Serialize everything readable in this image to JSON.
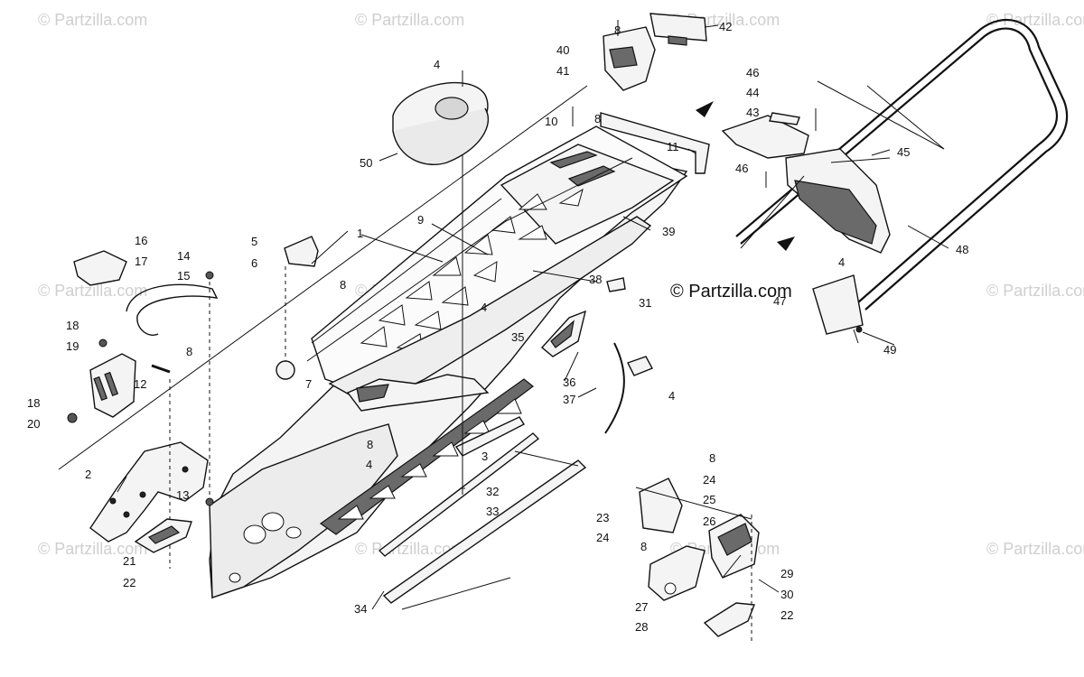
{
  "watermarks": {
    "text": "© Partzilla.com",
    "main": "© Partzilla.com"
  },
  "callouts": [
    {
      "id": "c1",
      "text": "1"
    },
    {
      "id": "c2",
      "text": "2"
    },
    {
      "id": "c3",
      "text": "3"
    },
    {
      "id": "c4a",
      "text": "4"
    },
    {
      "id": "c4b",
      "text": "4"
    },
    {
      "id": "c4c",
      "text": "4"
    },
    {
      "id": "c4d",
      "text": "4"
    },
    {
      "id": "c4e",
      "text": "4"
    },
    {
      "id": "c5",
      "text": "5"
    },
    {
      "id": "c6",
      "text": "6"
    },
    {
      "id": "c7",
      "text": "7"
    },
    {
      "id": "c8a",
      "text": "8"
    },
    {
      "id": "c8b",
      "text": "8"
    },
    {
      "id": "c8c",
      "text": "8"
    },
    {
      "id": "c8d",
      "text": "8"
    },
    {
      "id": "c8e",
      "text": "8"
    },
    {
      "id": "c8f",
      "text": "8"
    },
    {
      "id": "c8g",
      "text": "8"
    },
    {
      "id": "c9",
      "text": "9"
    },
    {
      "id": "c10",
      "text": "10"
    },
    {
      "id": "c11",
      "text": "11"
    },
    {
      "id": "c12",
      "text": "12"
    },
    {
      "id": "c13",
      "text": "13"
    },
    {
      "id": "c14",
      "text": "14"
    },
    {
      "id": "c15",
      "text": "15"
    },
    {
      "id": "c16",
      "text": "16"
    },
    {
      "id": "c17",
      "text": "17"
    },
    {
      "id": "c18a",
      "text": "18"
    },
    {
      "id": "c18b",
      "text": "18"
    },
    {
      "id": "c19",
      "text": "19"
    },
    {
      "id": "c20",
      "text": "20"
    },
    {
      "id": "c21",
      "text": "21"
    },
    {
      "id": "c22a",
      "text": "22"
    },
    {
      "id": "c22b",
      "text": "22"
    },
    {
      "id": "c23",
      "text": "23"
    },
    {
      "id": "c24a",
      "text": "24"
    },
    {
      "id": "c24b",
      "text": "24"
    },
    {
      "id": "c25",
      "text": "25"
    },
    {
      "id": "c26",
      "text": "26"
    },
    {
      "id": "c27",
      "text": "27"
    },
    {
      "id": "c28",
      "text": "28"
    },
    {
      "id": "c29",
      "text": "29"
    },
    {
      "id": "c30",
      "text": "30"
    },
    {
      "id": "c31",
      "text": "31"
    },
    {
      "id": "c32",
      "text": "32"
    },
    {
      "id": "c33",
      "text": "33"
    },
    {
      "id": "c34",
      "text": "34"
    },
    {
      "id": "c35",
      "text": "35"
    },
    {
      "id": "c36",
      "text": "36"
    },
    {
      "id": "c37",
      "text": "37"
    },
    {
      "id": "c38",
      "text": "38"
    },
    {
      "id": "c39",
      "text": "39"
    },
    {
      "id": "c40",
      "text": "40"
    },
    {
      "id": "c41",
      "text": "41"
    },
    {
      "id": "c42",
      "text": "42"
    },
    {
      "id": "c43",
      "text": "43"
    },
    {
      "id": "c44",
      "text": "44"
    },
    {
      "id": "c45",
      "text": "45"
    },
    {
      "id": "c46a",
      "text": "46"
    },
    {
      "id": "c46b",
      "text": "46"
    },
    {
      "id": "c47",
      "text": "47"
    },
    {
      "id": "c48",
      "text": "48"
    },
    {
      "id": "c49",
      "text": "49"
    },
    {
      "id": "c50",
      "text": "50"
    }
  ]
}
